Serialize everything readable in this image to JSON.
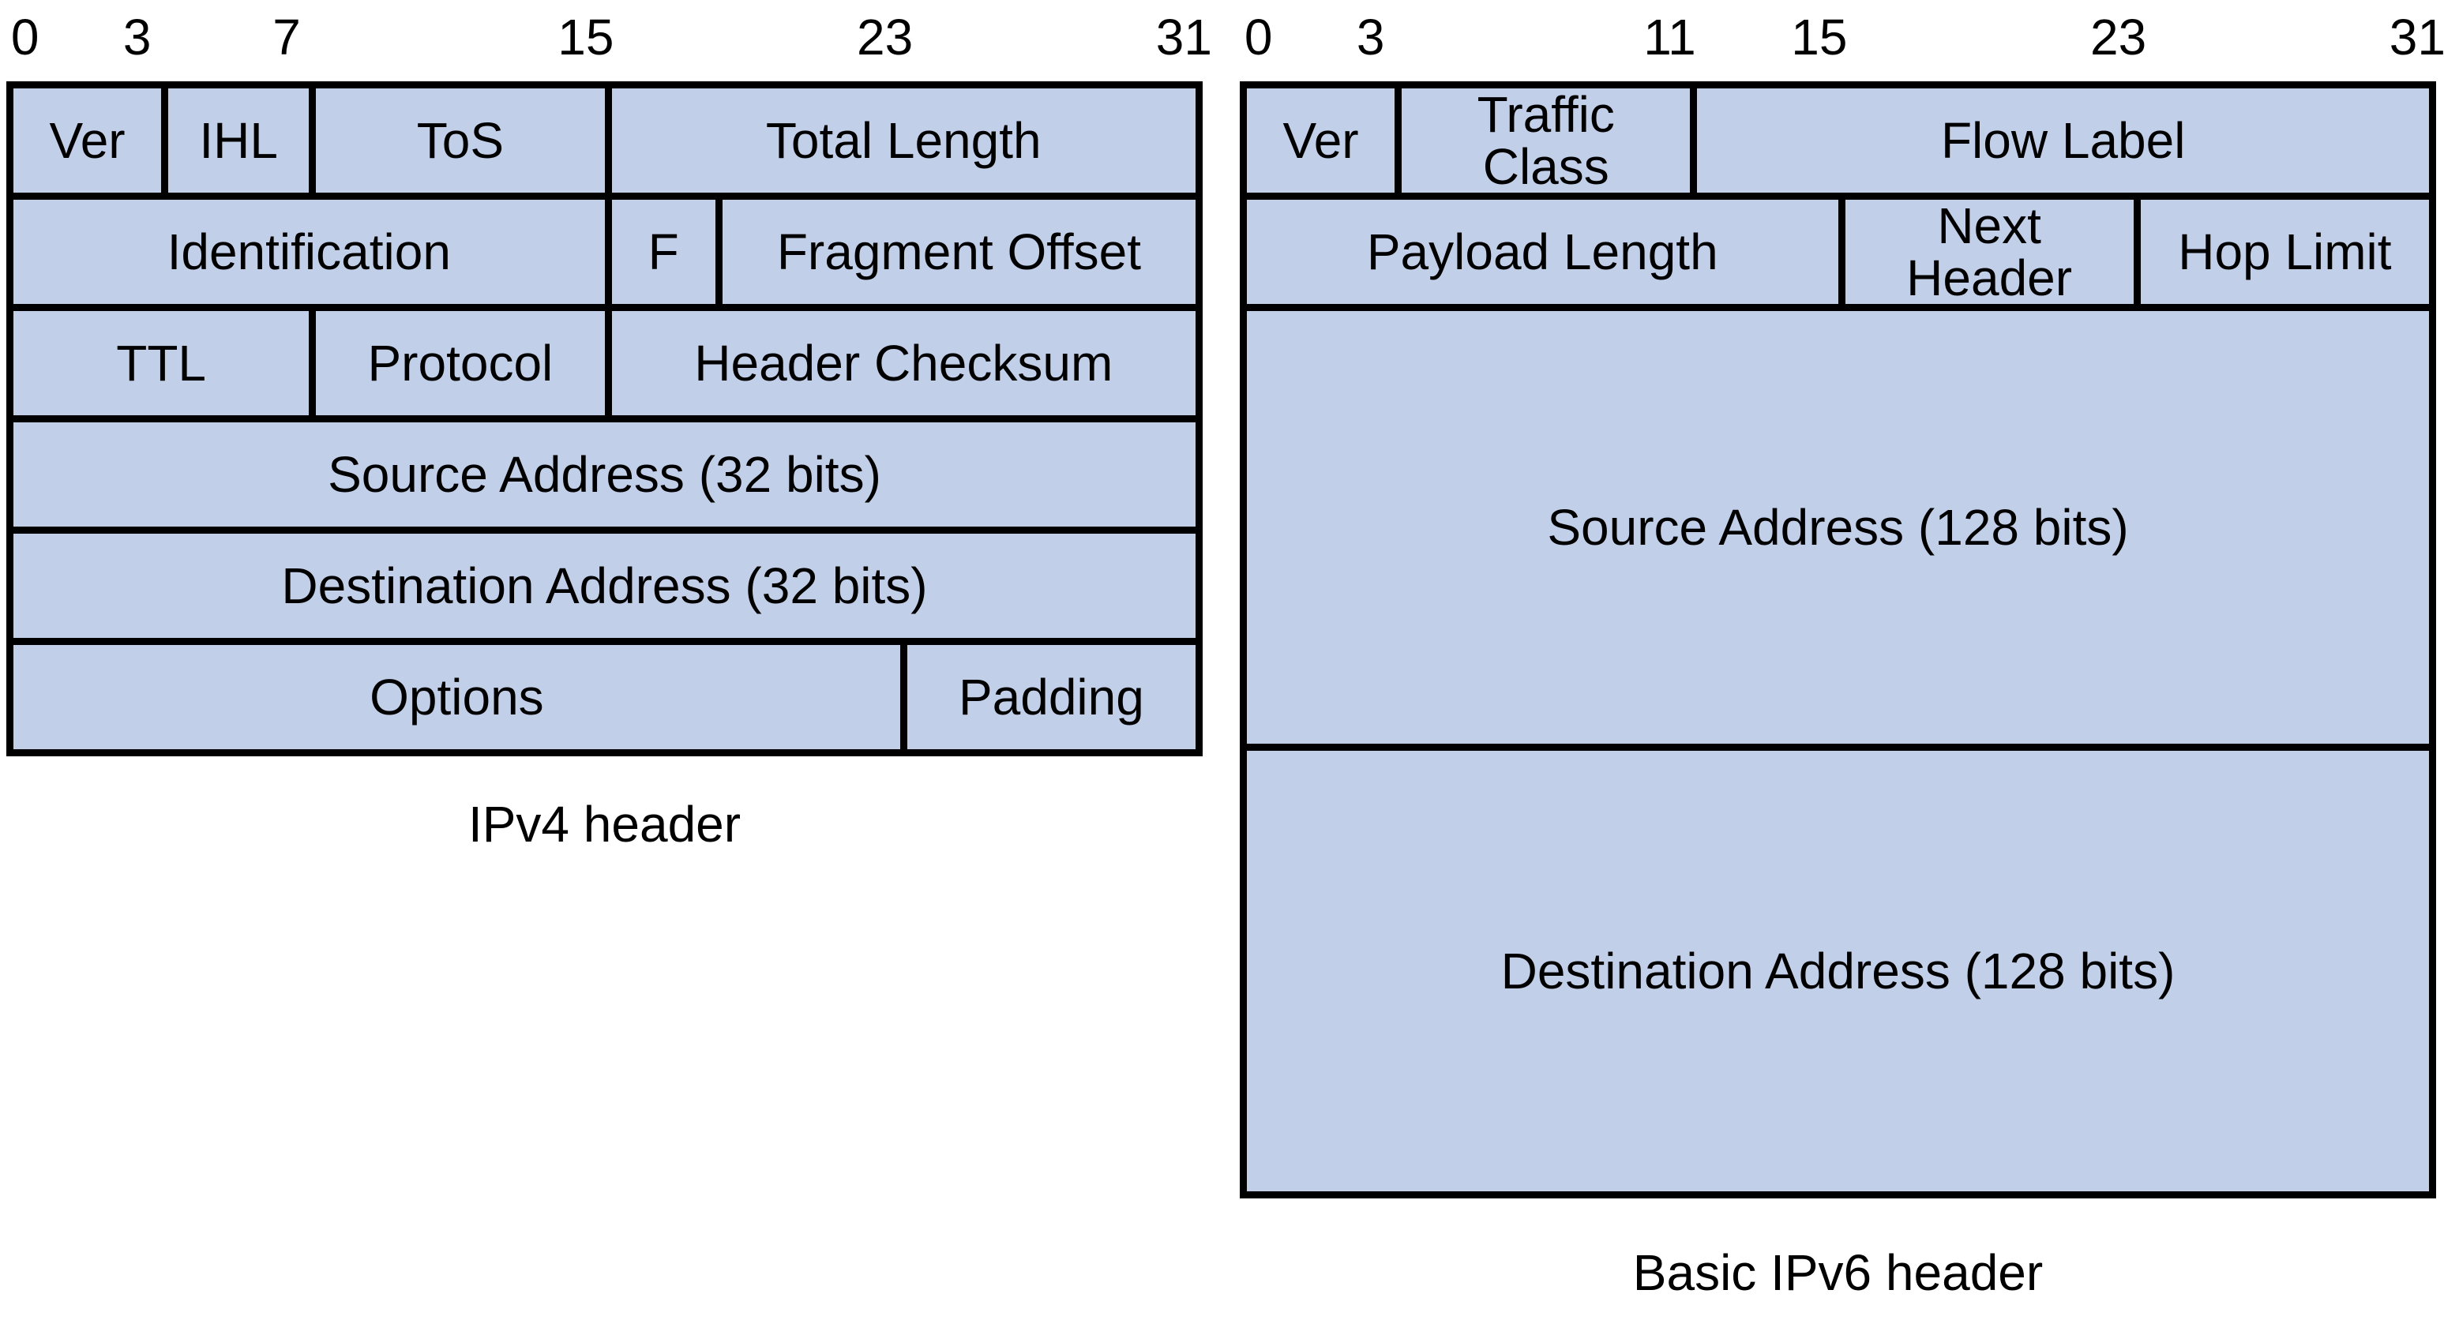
{
  "colors": {
    "cell_fill": "#c2cfe9",
    "border": "#000000",
    "background": "#ffffff",
    "text": "#000000"
  },
  "ipv4": {
    "caption": "IPv4 header",
    "bit_labels": [
      "0",
      "3",
      "7",
      "15",
      "23",
      "31"
    ],
    "fields": {
      "ver": "Ver",
      "ihl": "IHL",
      "tos": "ToS",
      "total_length": "Total Length",
      "identification": "Identification",
      "flags": "F",
      "fragment_offset": "Fragment Offset",
      "ttl": "TTL",
      "protocol": "Protocol",
      "header_checksum": "Header Checksum",
      "source_address": "Source Address (32 bits)",
      "destination_address": "Destination Address (32 bits)",
      "options": "Options",
      "padding": "Padding"
    }
  },
  "ipv6": {
    "caption": "Basic IPv6 header",
    "bit_labels": [
      "0",
      "3",
      "11",
      "15",
      "23",
      "31"
    ],
    "fields": {
      "ver": "Ver",
      "traffic_class": "Traffic Class",
      "flow_label": "Flow Label",
      "payload_length": "Payload Length",
      "next_header": "Next Header",
      "hop_limit": "Hop Limit",
      "source_address": "Source Address (128 bits)",
      "destination_address": "Destination Address (128 bits)"
    }
  }
}
